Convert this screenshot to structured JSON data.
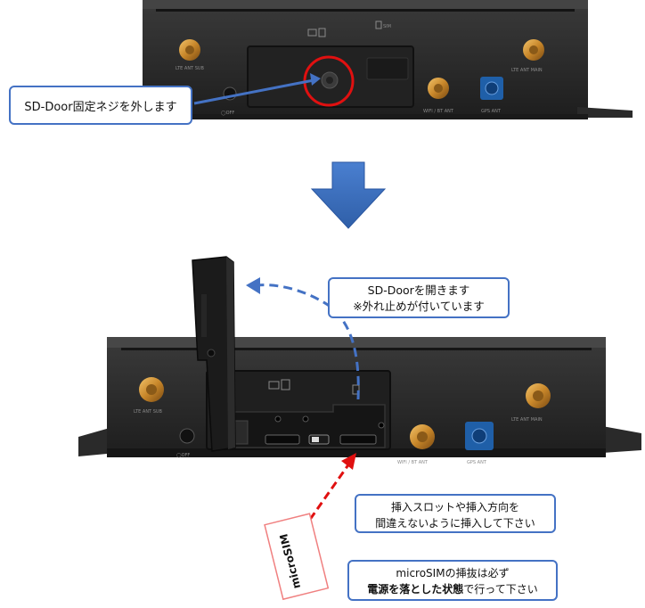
{
  "callouts": {
    "remove_screw": "SD-Door固定ネジを外します",
    "open_door_line1": "SD-Doorを開きます",
    "open_door_line2": "※外れ止めが付いています",
    "insert_line1": "挿入スロットや挿入方向を",
    "insert_line2": "間違えないように挿入して下さい",
    "power_line1": "microSIMの挿抜は必ず",
    "power_line2_bold": "電源を落とした状態",
    "power_line2_rest": "で行って下さい"
  },
  "sim_card_label": "microSIM",
  "top_device": {
    "lte_sub": "LTE ANT SUB",
    "lte_main": "LTE ANT MAIN",
    "wifi_bt": "WIFI / BT ANT",
    "gps": "GPS ANT",
    "off": "◯OFF",
    "sim": "SIM"
  },
  "bottom_device": {
    "lte_sub": "LTE ANT SUB",
    "lte_main": "LTE ANT MAIN",
    "wifi_bt": "WIFI / BT ANT",
    "gps": "GPS ANT",
    "off": "◯OFF"
  },
  "colors": {
    "callout_border": "#4472c4",
    "arrow_blue": "#4472c4",
    "screw_circle": "#e01010",
    "sim_arrow": "#e01010",
    "device_body": "#2b2b2b",
    "antenna_gold": "#c8872a",
    "gps_blue": "#1f5fa8"
  }
}
